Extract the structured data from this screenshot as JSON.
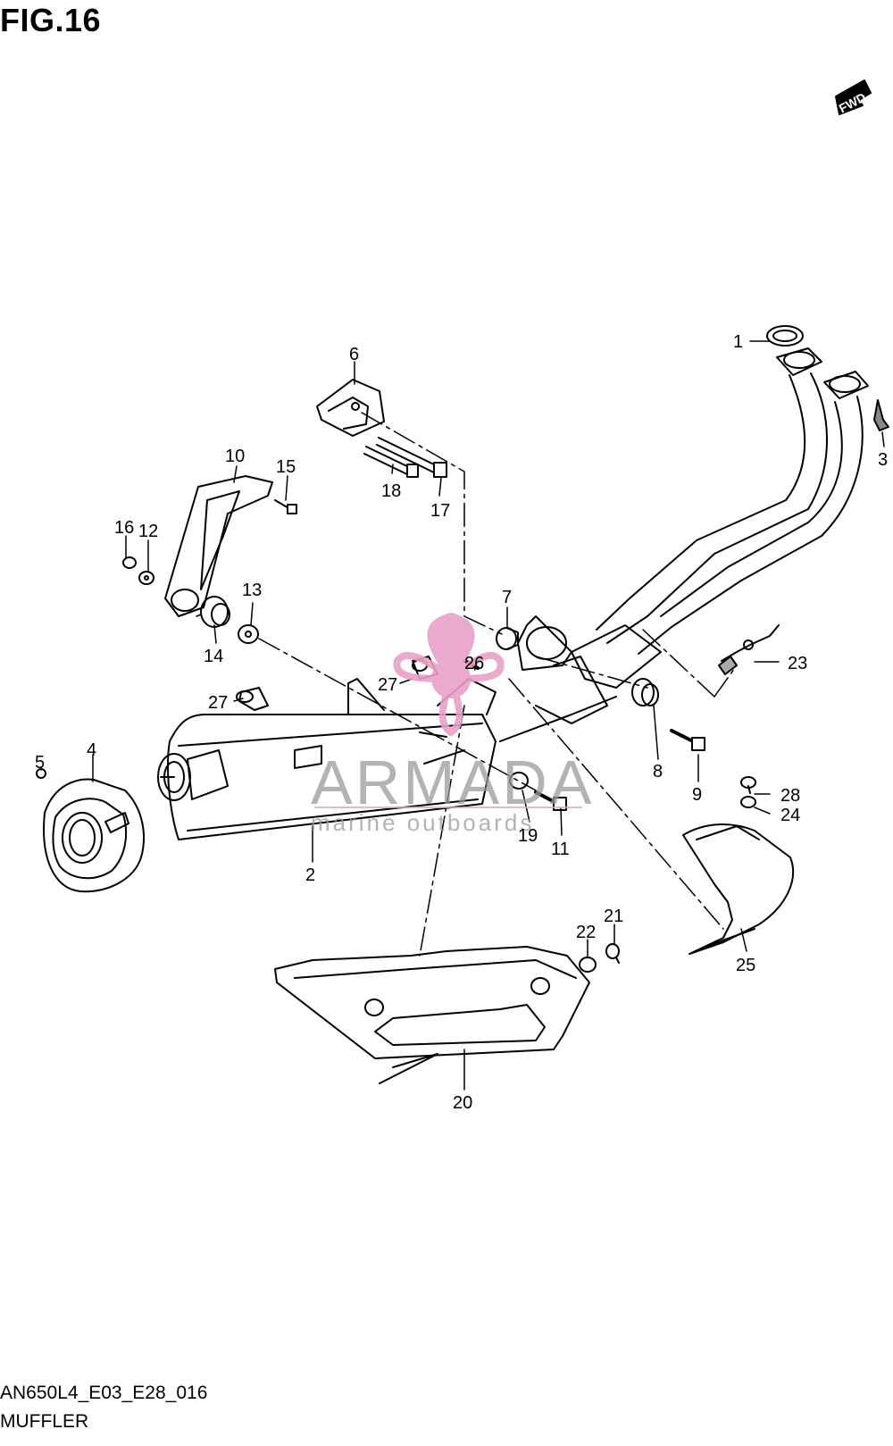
{
  "header": {
    "figure": "FIG.16"
  },
  "footer": {
    "code": "AN650L4_E03_E28_016",
    "name": "MUFFLER"
  },
  "fwd_marker": {
    "label": "FWD"
  },
  "watermark": {
    "brand": "ARMADA",
    "tagline": "marine outboards",
    "color": "#e8a0c8"
  },
  "callouts": {
    "c1": "1",
    "c2": "2",
    "c3": "3",
    "c4": "4",
    "c5": "5",
    "c6": "6",
    "c7": "7",
    "c8": "8",
    "c9": "9",
    "c10": "10",
    "c11": "11",
    "c12": "12",
    "c13": "13",
    "c14": "14",
    "c15": "15",
    "c16": "16",
    "c17": "17",
    "c18": "18",
    "c19": "19",
    "c20": "20",
    "c21": "21",
    "c22": "22",
    "c23": "23",
    "c24": "24",
    "c25": "25",
    "c26": "26",
    "c27a": "27",
    "c27b": "27",
    "c28": "28"
  }
}
